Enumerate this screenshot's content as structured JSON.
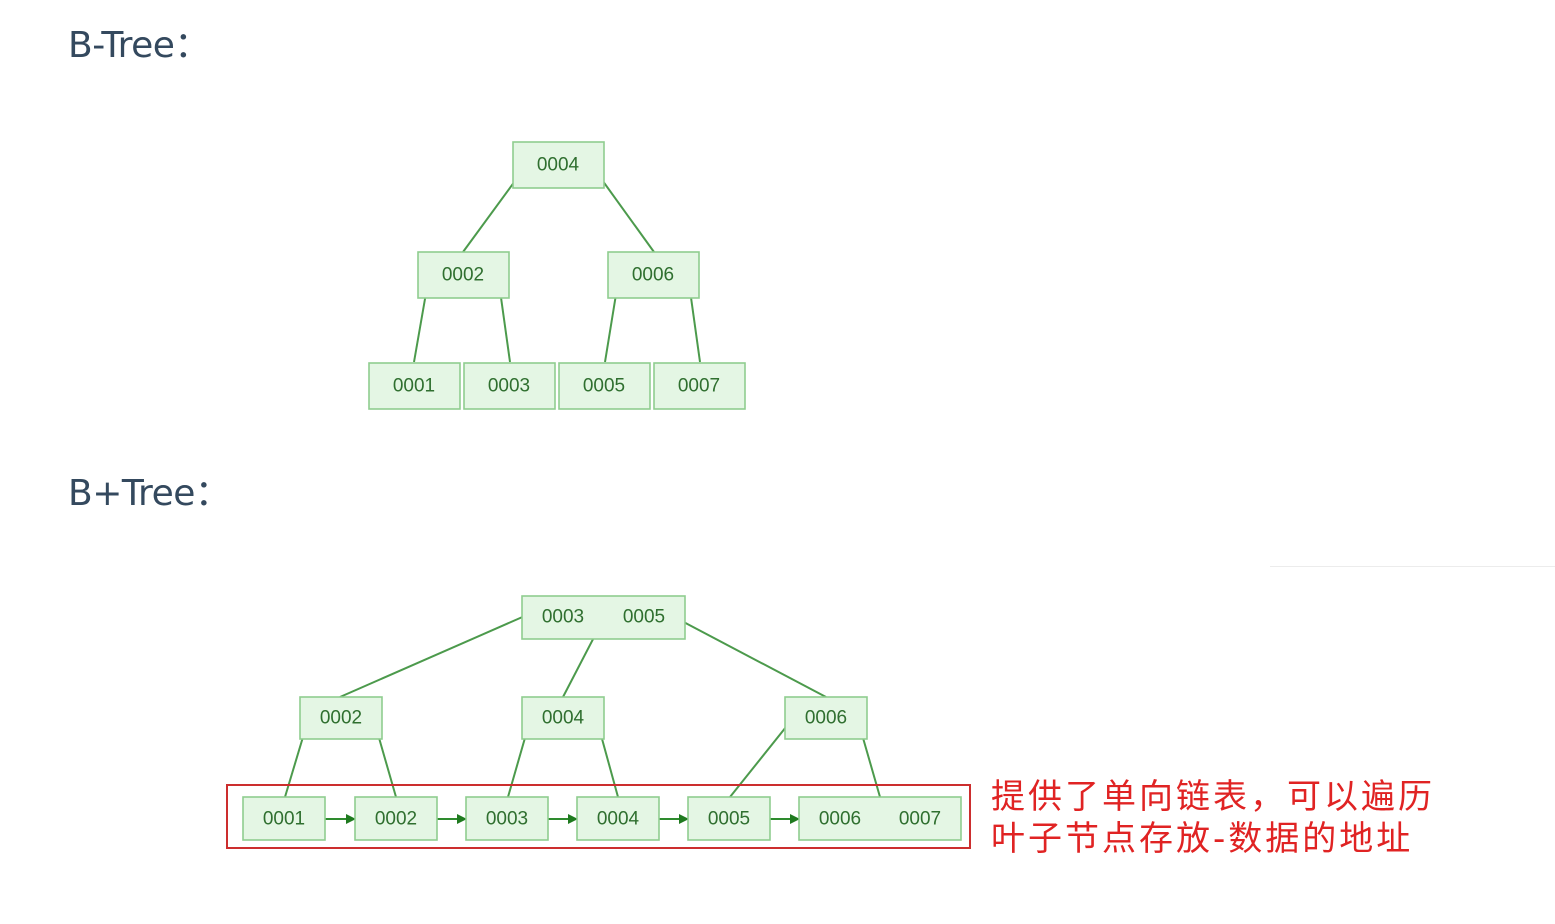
{
  "btree": {
    "heading": "B-Tree：",
    "root": "0004",
    "level2": [
      "0002",
      "0006"
    ],
    "leaves": [
      "0001",
      "0003",
      "0005",
      "0007"
    ]
  },
  "bplus_tree": {
    "heading": "B+Tree：",
    "root": [
      "0003",
      "0005"
    ],
    "level2": [
      "0002",
      "0004",
      "0006"
    ],
    "leaves": [
      [
        "0001"
      ],
      [
        "0002"
      ],
      [
        "0003"
      ],
      [
        "0004"
      ],
      [
        "0005"
      ],
      [
        "0006",
        "0007"
      ]
    ]
  },
  "annotation": {
    "line1": "提供了单向链表，可以遍历",
    "line2": "叶子节点存放-数据的地址"
  },
  "colors": {
    "node_fill": "#e4f6e4",
    "node_border": "#8fcd8f",
    "edge": "#4c9a4c",
    "node_text": "#2f6f2f",
    "heading_text": "#34495e",
    "highlight": "#cc2e2e",
    "annotation_text": "#e02323"
  }
}
